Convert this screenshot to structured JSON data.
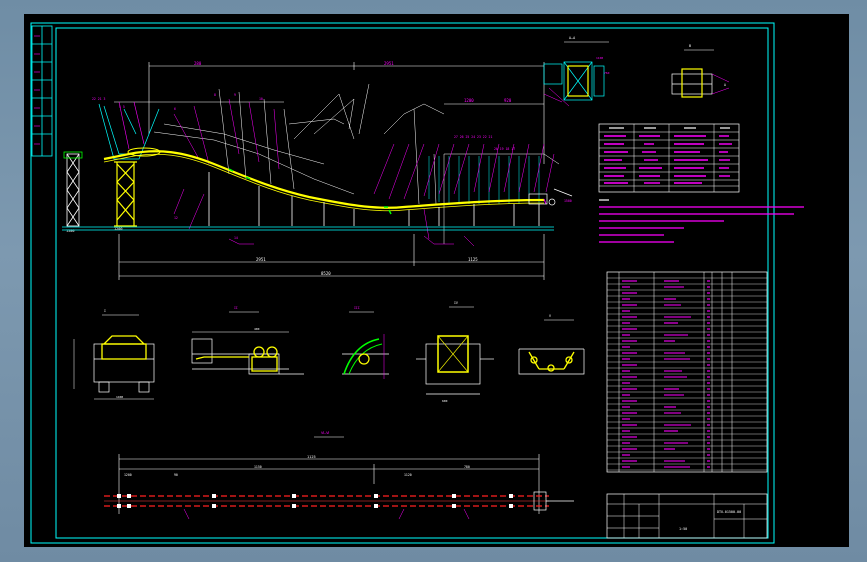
{
  "colors": {
    "background": "#000000",
    "frame": "#00ffff",
    "structure": "#ffff00",
    "annotation": "#ff00ff",
    "belt": "#ff2020",
    "detail": "#ffffff",
    "green": "#00ff00"
  },
  "dimensions": {
    "overall_span": "8520",
    "span_left": "2951",
    "span_right": "1125",
    "support_base": "1200",
    "tower_width": "1500",
    "bottom_total": "1125",
    "bottom_d1": "1200",
    "bottom_d2": "90",
    "bottom_d3": "1120",
    "width_d1": "1150",
    "width_d2": "780"
  },
  "title_block": {
    "part_no": "DTⅡ-01500-00",
    "scale": "1:50"
  }
}
